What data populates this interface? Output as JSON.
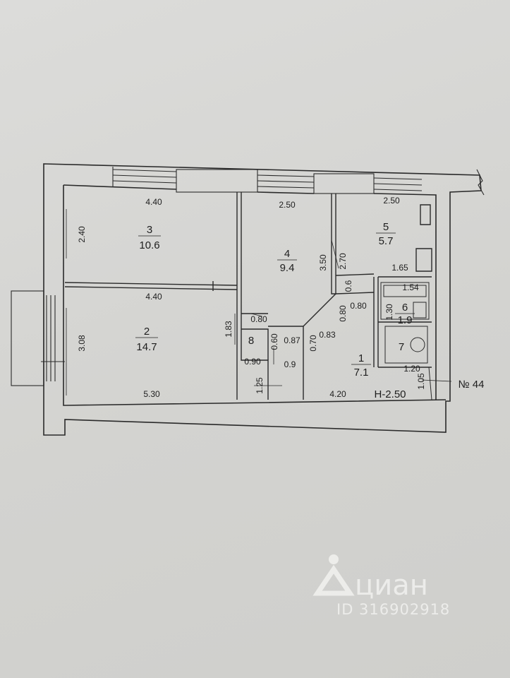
{
  "rooms": [
    {
      "number": "3",
      "area": "10.6"
    },
    {
      "number": "4",
      "area": "9.4"
    },
    {
      "number": "5",
      "area": "5.7"
    },
    {
      "number": "2",
      "area": "14.7"
    },
    {
      "number": "6",
      "area": "1.9"
    },
    {
      "number": "7"
    },
    {
      "number": "8"
    },
    {
      "number": "1",
      "area": "7.1"
    }
  ],
  "dimensions": {
    "r3_width": "4.40",
    "r3_height": "2.40",
    "r4_width": "2.50",
    "r4_height": "3.50",
    "r5_width": "2.50",
    "r5_height": "2.70",
    "r5_bottom": "1.65",
    "r2_width": "4.40",
    "r2_height": "3.08",
    "r2_bottom": "5.30",
    "d_183": "1.83",
    "d_080a": "0.80",
    "d_060a": "0.60",
    "d_087": "0.87",
    "d_070": "0.70",
    "d_083": "0.83",
    "d_060b": "0.6",
    "d_080b": "0.80",
    "d_080c": "0.80",
    "d_154": "1.54",
    "d_130": "1.30",
    "d_090": "0.90",
    "d_09": "0.9",
    "d_125": "1.25",
    "d_420": "4.20",
    "d_120": "1.20",
    "d_105": "1.05"
  },
  "ceiling_height": "H-2.50",
  "apartment_number": "№ 44",
  "watermark": {
    "brand": "циан",
    "id": "ID 316902918"
  }
}
